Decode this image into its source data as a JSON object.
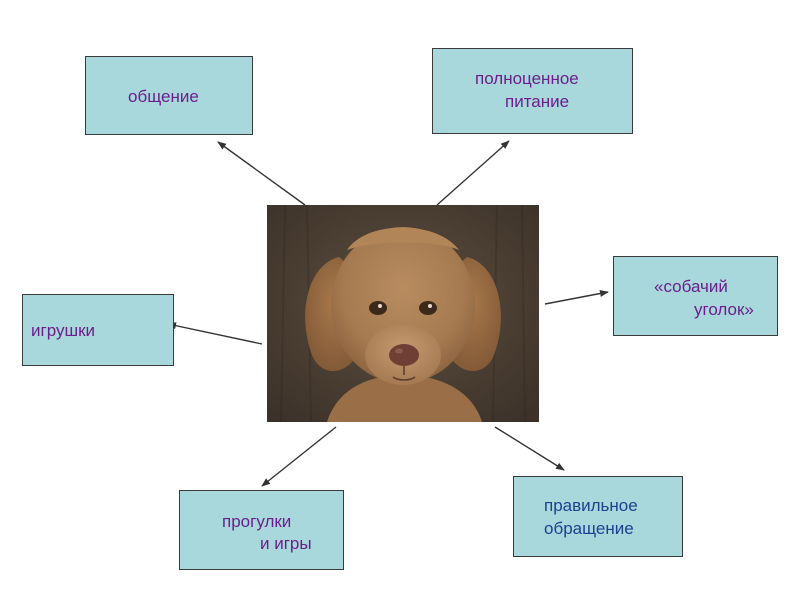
{
  "center_image": {
    "icon": "puppy-photo"
  },
  "nodes": {
    "obshchenie": {
      "line1": "общение"
    },
    "pitanie": {
      "line1": "полноценное",
      "line2": "питание"
    },
    "ugolok": {
      "line1": "«собачий",
      "line2": "уголок»"
    },
    "igrushki": {
      "line1": "игрушки"
    },
    "progulki": {
      "line1": "прогулки",
      "line2": "и игры"
    },
    "obrashchenie": {
      "line1": "правильное",
      "line2": "обращение"
    }
  },
  "colors": {
    "box_fill": "#a8d8dc",
    "box_border": "#3a3a3a",
    "text_purple": "#6b1e8c",
    "text_blue": "#1f3f8f",
    "arrow": "#333333"
  }
}
